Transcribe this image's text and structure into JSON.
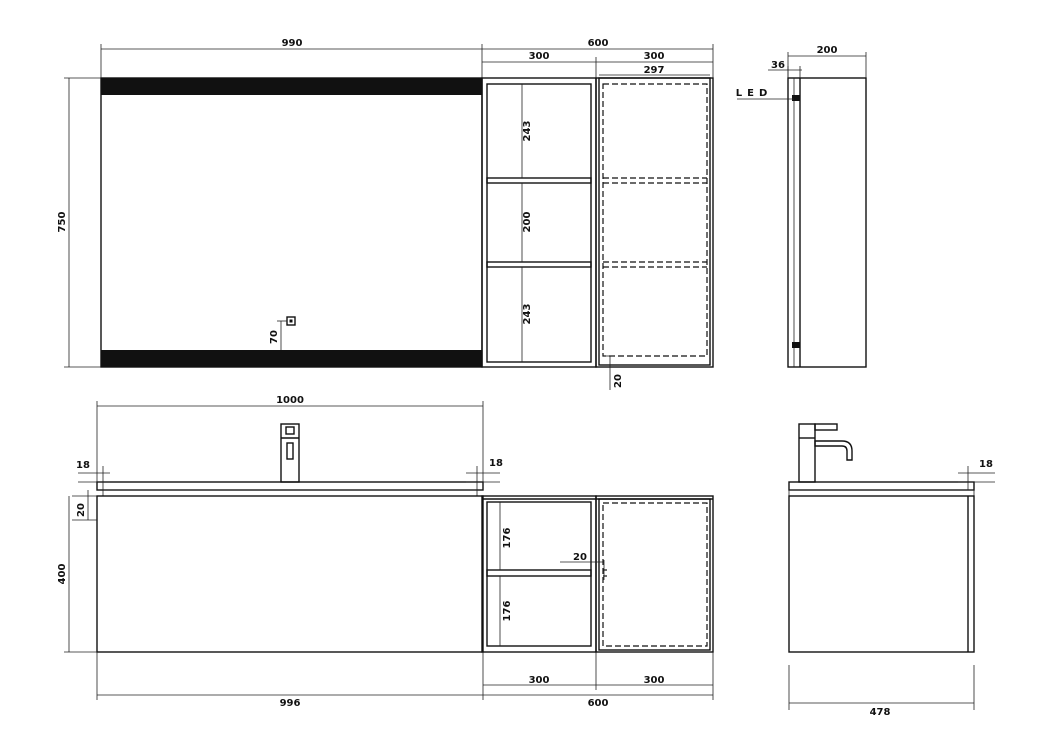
{
  "mirror_cabinet_front": {
    "width_total": "990",
    "height_total": "750",
    "sensor_offset": "70",
    "shelf_section_width": "600",
    "open_module_width": "300",
    "door_module_width": "300",
    "door_inner_width": "297",
    "compartment_top": "243",
    "compartment_middle": "200",
    "compartment_bottom": "243",
    "bottom_gap": "20"
  },
  "mirror_cabinet_side": {
    "depth": "200",
    "led_depth": "36",
    "led_label": "LED"
  },
  "vanity_front": {
    "top_width": "1000",
    "countertop_left_thickness": "18",
    "countertop_right_thickness": "18",
    "top_gap": "20",
    "height": "400",
    "shelf_top": "176",
    "shelf_bottom": "176",
    "shelf_thickness": "20",
    "drawer_width": "996",
    "shelf_section_width": "600",
    "open_module_width": "300",
    "door_module_width": "300"
  },
  "vanity_side": {
    "countertop_thickness": "18",
    "depth": "478"
  }
}
